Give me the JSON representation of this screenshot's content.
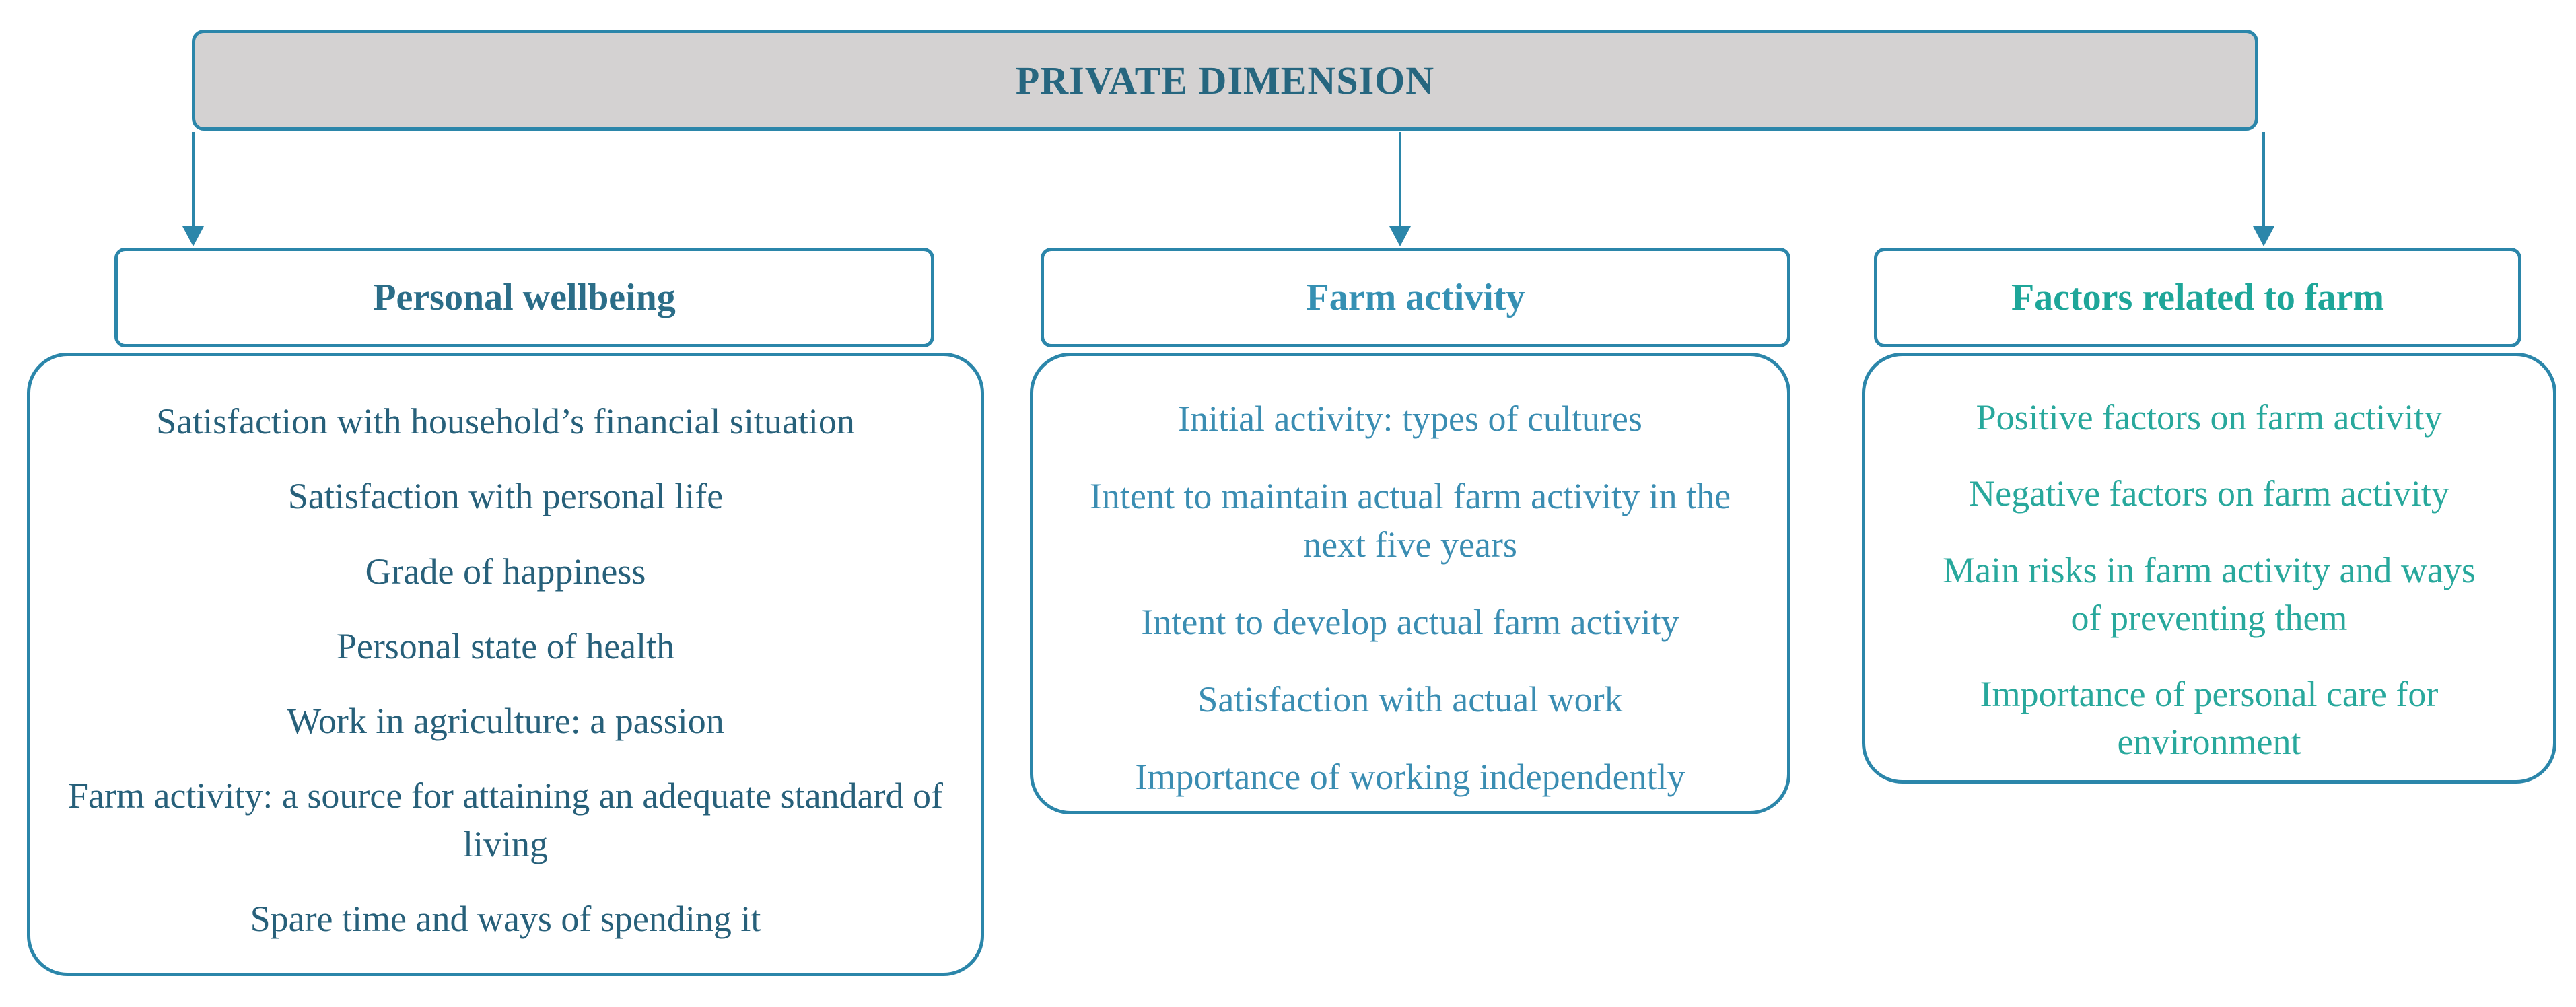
{
  "title": {
    "label": "PRIVATE DIMENSION"
  },
  "colors": {
    "box_border": "#2b86aa",
    "title_fill": "#d4d2d2",
    "title_text": "#26667f",
    "left_header_text": "#2b6d88",
    "middle_header_text": "#3590b3",
    "right_header_text": "#1ea699",
    "left_item_text": "#27607a",
    "middle_item_text": "#3a8db2",
    "right_item_text": "#28a89c"
  },
  "columns": [
    {
      "header": "Personal wellbeing",
      "items": [
        "Satisfaction with household’s financial situation",
        "Satisfaction with personal life",
        "Grade of happiness",
        "Personal state of health",
        "Work in agriculture: a passion",
        "Farm activity: a source for attaining an adequate standard of living",
        "Spare time and ways of spending it"
      ]
    },
    {
      "header": "Farm activity",
      "items": [
        "Initial activity: types of cultures",
        "Intent to maintain actual farm activity in the next five years",
        "Intent to develop actual farm activity",
        "Satisfaction with actual work",
        "Importance of working independently"
      ]
    },
    {
      "header": "Factors related to farm",
      "items": [
        "Positive factors on farm activity",
        "Negative factors on farm activity",
        "Main risks in farm activity and ways of preventing them",
        "Importance of personal care for environment"
      ]
    }
  ]
}
